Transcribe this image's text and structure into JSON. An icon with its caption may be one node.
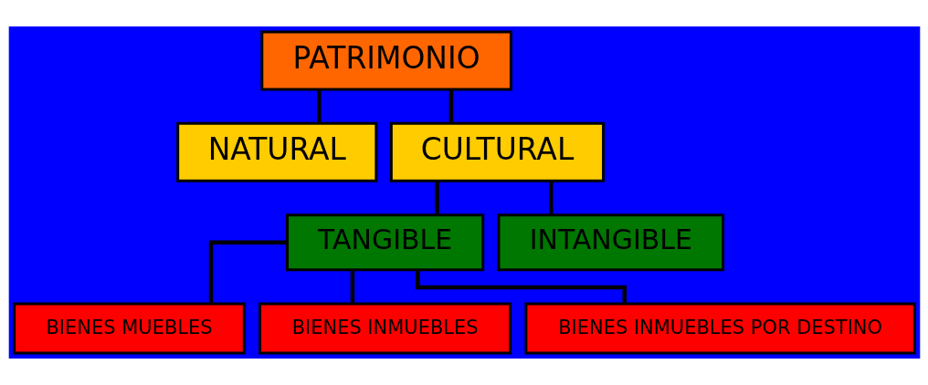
{
  "diagram": {
    "nodes": [
      {
        "text": [
          "PATRIMONIO"
        ]
      },
      {
        "text": [
          "NATURAL"
        ]
      },
      {
        "text": [
          "CULTURAL"
        ]
      },
      {
        "text": [
          "TANGIBLE"
        ]
      },
      {
        "text": [
          "INTANGIBLE"
        ]
      },
      {
        "text": [
          "BIENES MUEBLES"
        ]
      },
      {
        "text": [
          "BIENES INMUEBLES"
        ]
      },
      {
        "text": [
          "BIENES INMUEBLES POR DESTINO"
        ]
      }
    ],
    "edges": [
      {
        "from": 0,
        "to": 1,
        "arrow": "none"
      },
      {
        "from": 0,
        "to": 2,
        "arrow": "none"
      },
      {
        "from": 2,
        "to": 3,
        "arrow": "none"
      },
      {
        "from": 2,
        "to": 4,
        "arrow": "none"
      },
      {
        "from": 3,
        "to": 5,
        "arrow": "none"
      },
      {
        "from": 3,
        "to": 6,
        "arrow": "none"
      },
      {
        "from": 3,
        "to": 7,
        "arrow": "none"
      }
    ]
  }
}
